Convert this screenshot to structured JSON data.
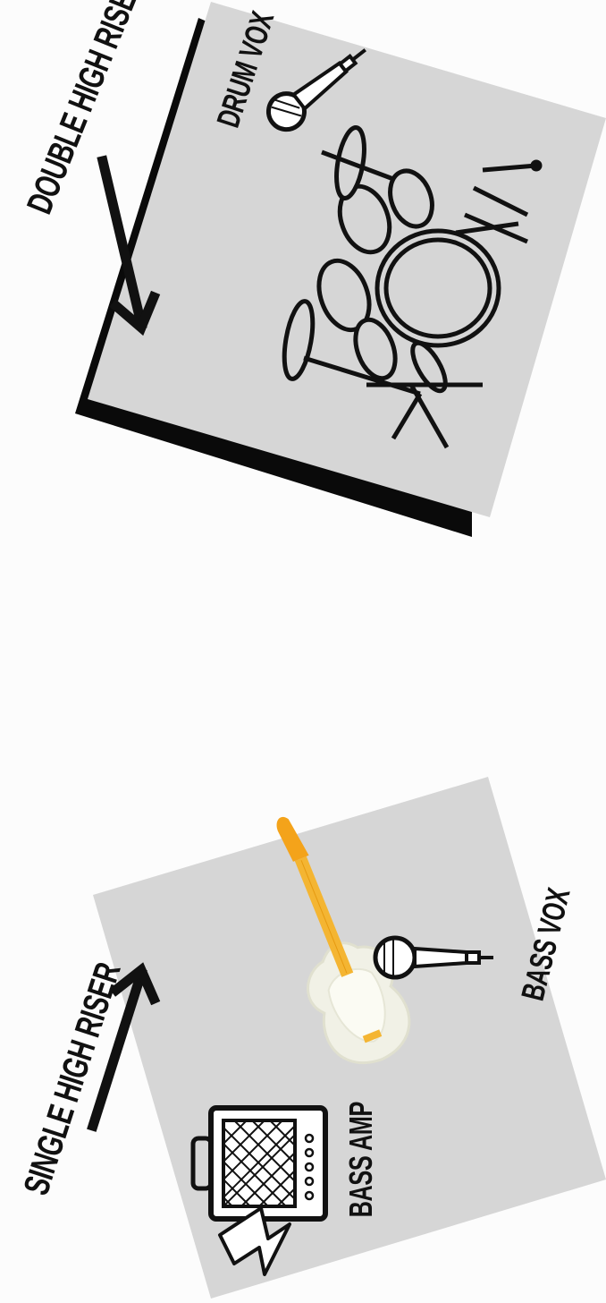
{
  "riser_double": {
    "label": "DOUBLE HIGH RISER"
  },
  "riser_single": {
    "label": "SINGLE HIGH RISER"
  },
  "drum_vox": {
    "label": "DRUM VOX"
  },
  "bass_vox": {
    "label": "BASS VOX"
  },
  "bass_amp": {
    "label": "BASS AMP"
  },
  "icons": [
    "microphone-icon",
    "drum-kit-icon",
    "bass-guitar-icon",
    "bass-amp-icon",
    "lightning-icon",
    "arrow-icon"
  ],
  "colors": {
    "platform": "#d6d6d6",
    "riser_edge": "#0a0a0a",
    "ink": "#111111",
    "guitar_neck": "#f4b532",
    "guitar_body": "#f1f1e6"
  }
}
